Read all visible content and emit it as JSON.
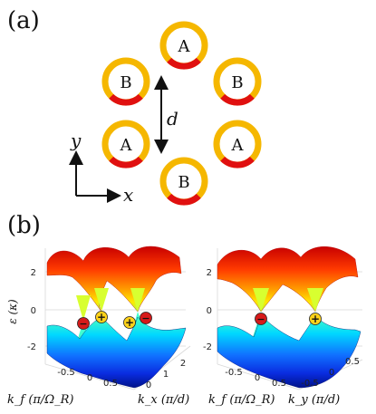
{
  "panels": {
    "a_label": "(a)",
    "b_label": "(b)"
  },
  "lattice": {
    "sites": [
      {
        "label": "A"
      },
      {
        "label": "B"
      },
      {
        "label": "B"
      },
      {
        "label": "A"
      },
      {
        "label": "A"
      },
      {
        "label": "B"
      }
    ],
    "distance_label": "d",
    "x_axis_label": "x",
    "y_axis_label": "y",
    "colors": {
      "ring": "#f5b700",
      "arc": "#e01010"
    }
  },
  "band_plots": {
    "energy_label": "ε (κ)",
    "left": {
      "z_ticks": [
        "2",
        "0",
        "-2"
      ],
      "kf_ticks": [
        "-0.5",
        "0",
        "0.5"
      ],
      "kx_ticks": [
        "0",
        "1",
        "2"
      ],
      "xlabel": "k_f (π/Ω_R)",
      "ylabel": "k_x (π/d)"
    },
    "right": {
      "z_ticks": [
        "2",
        "0",
        "-2"
      ],
      "kf_ticks": [
        "-0.5",
        "0",
        "0.5"
      ],
      "ky_ticks": [
        "-0.5",
        "0",
        "0.5"
      ],
      "xlabel": "k_f (π/Ω_R)",
      "ylabel": "k_y (π/d)"
    },
    "markers": {
      "plus": "+",
      "minus": "−"
    }
  }
}
